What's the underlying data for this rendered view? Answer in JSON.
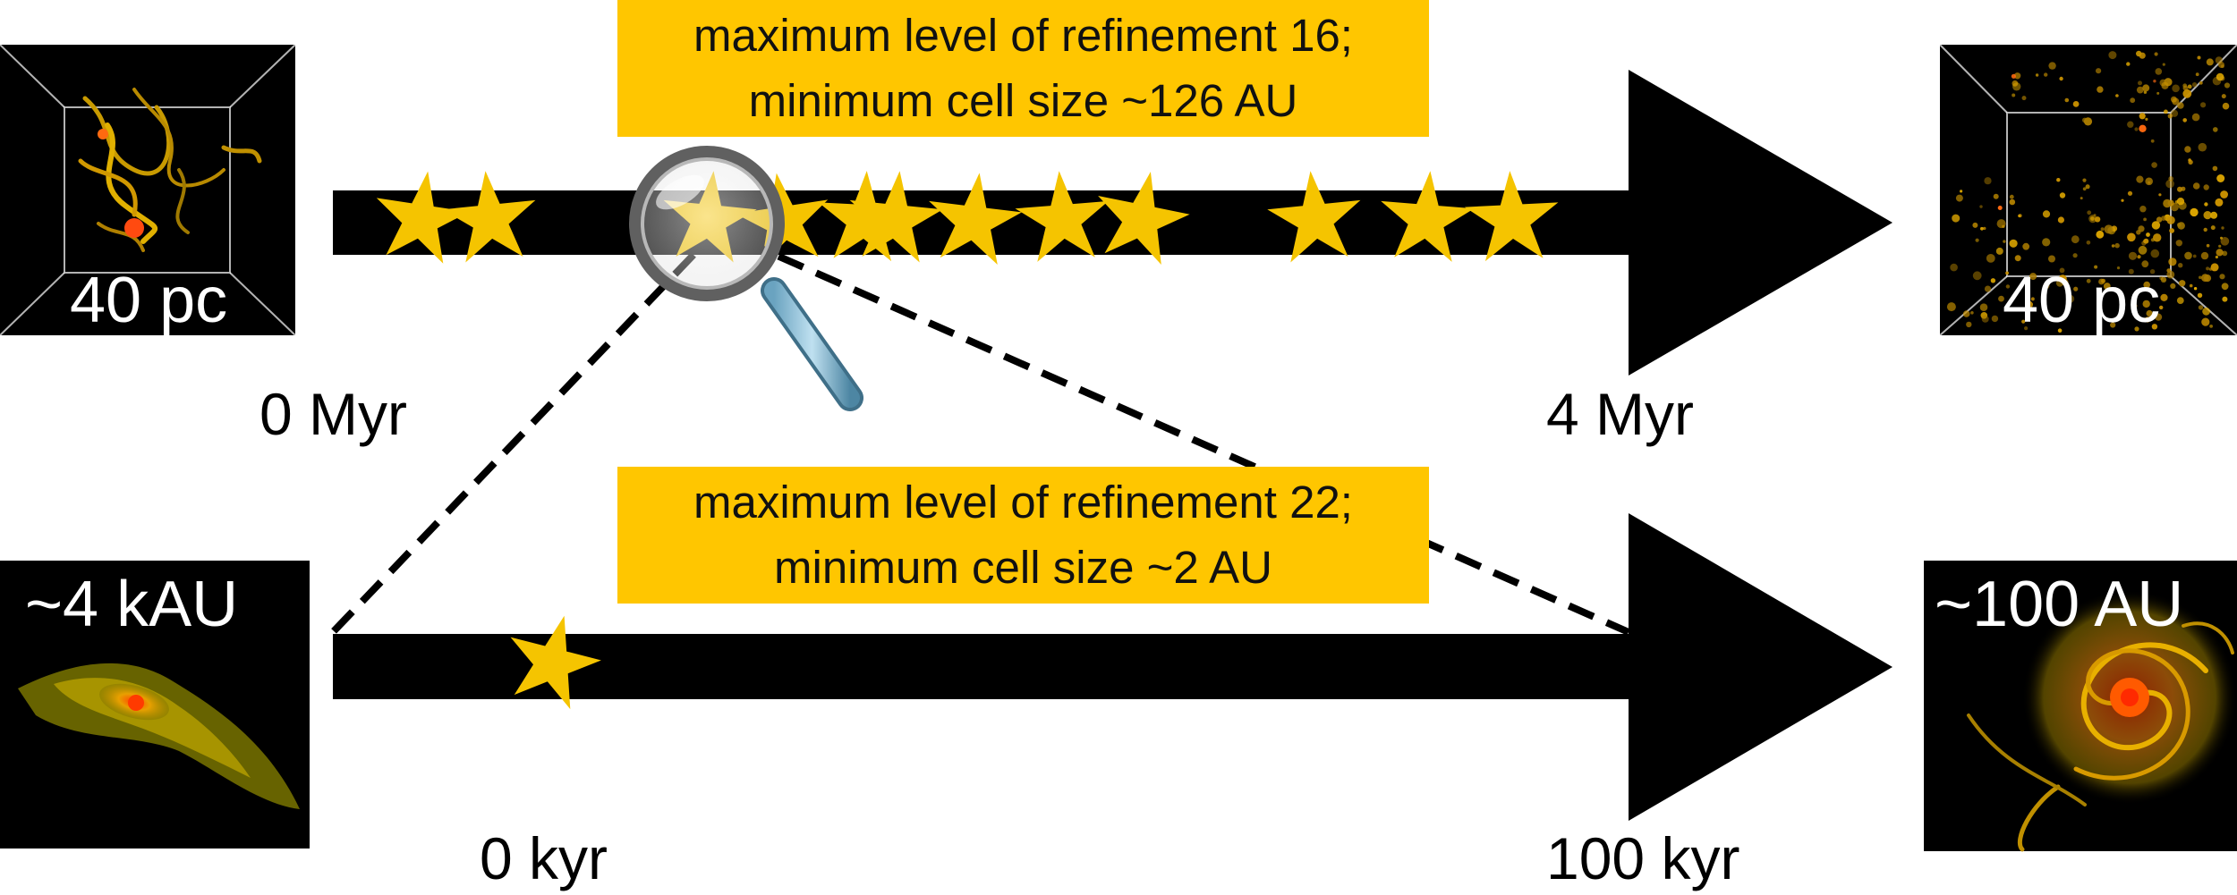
{
  "colors": {
    "gold": "#ffc600",
    "star": "#f5c400",
    "arrow": "#000000",
    "panel_bg": "#000000"
  },
  "timelines": {
    "large": {
      "start_label": "0 Myr",
      "end_label": "4 Myr",
      "box_line1": "maximum level of refinement 16;",
      "box_line2": "minimum cell size ~126 AU",
      "left_panel_label": "40 pc",
      "right_panel_label": "40 pc",
      "star_count": 12
    },
    "zoom": {
      "start_label": "0 kyr",
      "end_label": "100 kyr",
      "box_line1": "maximum level of refinement 22;",
      "box_line2": "minimum cell size ~2 AU",
      "left_panel_label": "~4 kAU",
      "right_panel_label": "~100 AU",
      "star_count": 1
    }
  },
  "icons": {
    "zoom": "magnifier-icon",
    "star": "star-icon"
  }
}
